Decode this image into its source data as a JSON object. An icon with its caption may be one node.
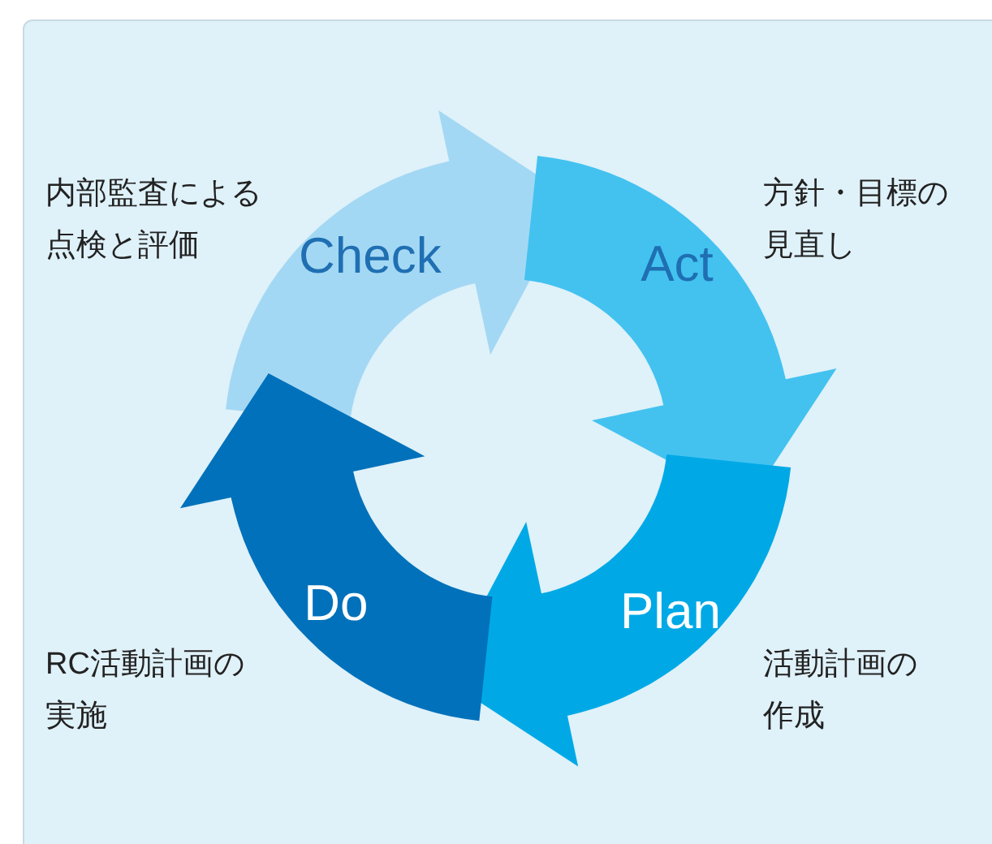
{
  "diagram": {
    "nodes": [
      {
        "text": [
          "Check"
        ],
        "beside": [
          "内部監査による点検と評価"
        ]
      },
      {
        "text": [
          "Act"
        ],
        "beside": [
          "方針・目標の見直し"
        ]
      },
      {
        "text": [
          "Plan"
        ],
        "beside": [
          "活動計画の作成"
        ]
      },
      {
        "text": [
          "Do"
        ],
        "beside": [
          "RC活動計画の実施"
        ]
      }
    ]
  }
}
